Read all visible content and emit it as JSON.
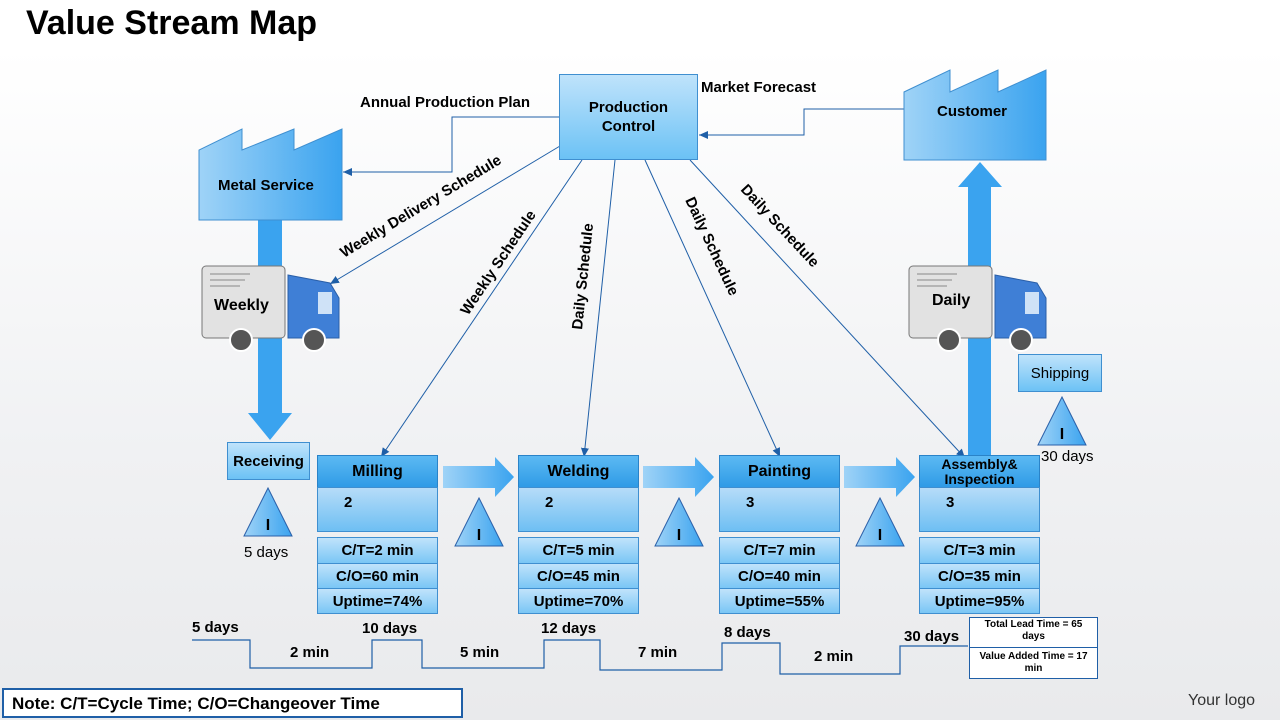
{
  "title": "Value Stream Map",
  "production_control": "Production Control",
  "customer": "Customer",
  "supplier": "Metal Service",
  "labels": {
    "annual_plan": "Annual Production Plan",
    "market_forecast": "Market Forecast",
    "weekly_delivery": "Weekly Delivery Schedule",
    "weekly_schedule": "Weekly Schedule",
    "daily_schedule_1": "Daily Schedule",
    "daily_schedule_2": "Daily Schedule",
    "daily_schedule_3": "Daily Schedule"
  },
  "trucks": {
    "inbound": "Weekly",
    "outbound": "Daily"
  },
  "receiving": "Receiving",
  "shipping": "Shipping",
  "inventory": {
    "receiving": "5 days",
    "shipping": "30 days",
    "marker": "I"
  },
  "processes": [
    {
      "name": "Milling",
      "operators": "2",
      "ct": "C/T=2 min",
      "co": "C/O=60 min",
      "uptime": "Uptime=74%"
    },
    {
      "name": "Welding",
      "operators": "2",
      "ct": "C/T=5 min",
      "co": "C/O=45 min",
      "uptime": "Uptime=70%"
    },
    {
      "name": "Painting",
      "operators": "3",
      "ct": "C/T=7 min",
      "co": "C/O=40 min",
      "uptime": "Uptime=55%"
    },
    {
      "name": "Assembly& Inspection",
      "operators": "3",
      "ct": "C/T=3 min",
      "co": "C/O=35 min",
      "uptime": "Uptime=95%"
    }
  ],
  "timeline": {
    "days": [
      "5 days",
      "10 days",
      "12 days",
      "8 days",
      "30 days"
    ],
    "mins": [
      "2 min",
      "5 min",
      "7 min",
      "2 min"
    ]
  },
  "summary": {
    "lead_time": "Total Lead Time = 65 days",
    "value_added": "Value Added Time = 17 min"
  },
  "note": "Note: C/T=Cycle Time; C/O=Changeover Time",
  "logo": "Your logo",
  "colors": {
    "accent": "#2f9be6",
    "line": "#1f5fa7",
    "arrow": "#3aa3ef"
  }
}
